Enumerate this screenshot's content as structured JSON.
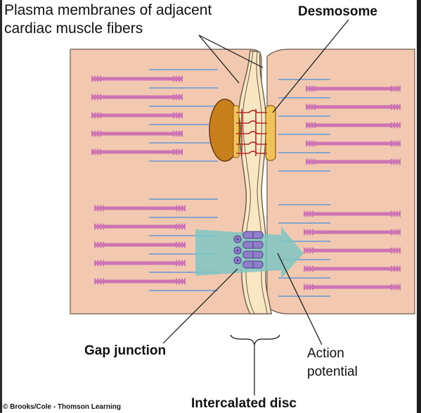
{
  "labels": {
    "membranes_line1": "Plasma membranes of adjacent",
    "membranes_line2": "cardiac muscle fibers",
    "desmosome": "Desmosome",
    "gap_junction": "Gap junction",
    "action_line1": "Action",
    "action_line2": "potential",
    "intercalated_disc": "Intercalated disc",
    "credit": "© Brooks/Cole - Thomson Learning"
  },
  "colors": {
    "cell_fill": "#f2c9b0",
    "cell_stroke": "#6b5a4a",
    "disc_fill": "#f9e7c4",
    "myosin": "#cc74b4",
    "actin": "#4a8fe0",
    "desmosome_plaque": "#c8801c",
    "desmosome_filament": "#b52a22",
    "gap_junction": "#8f7fc8",
    "arrow": "#7fc6c2"
  }
}
